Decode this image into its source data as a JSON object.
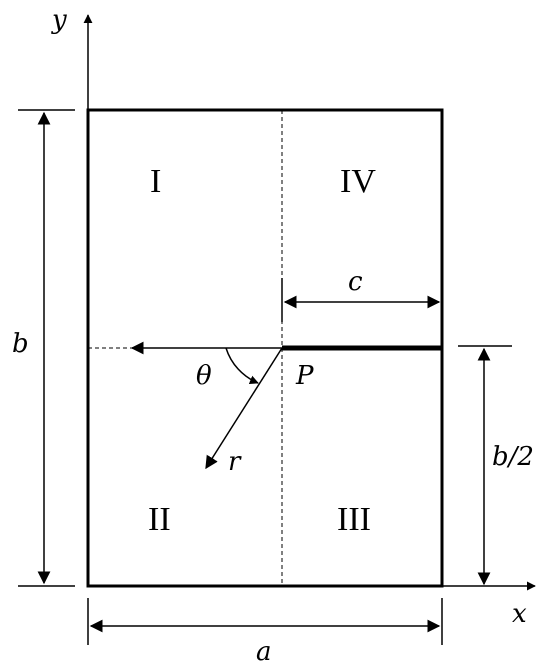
{
  "diagram": {
    "axis_labels": {
      "x": "x",
      "y": "y"
    },
    "regions": {
      "top_left": "I",
      "top_right": "IV",
      "bottom_left": "II",
      "bottom_right": "III"
    },
    "dimensions": {
      "height": "b",
      "half_height": "b/2",
      "width": "a",
      "crack_length": "c"
    },
    "polar": {
      "angle": "θ",
      "radius": "r",
      "point": "P"
    },
    "stroke_color": "#000000",
    "background_color": "#ffffff"
  }
}
